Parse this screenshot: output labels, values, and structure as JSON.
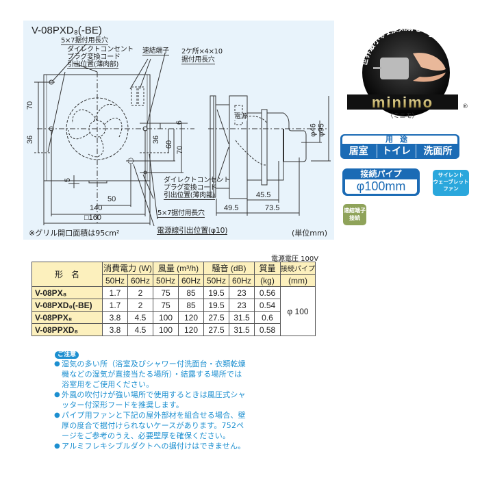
{
  "drawing": {
    "model_title": "V-08PXD₈(-BE)",
    "labels": {
      "mount_hole_5x7_top": "5×7据付用長穴",
      "direct_outlet_top_l1": "ダイレクトコンセント",
      "direct_outlet_top_l2": "プラグ変換コード",
      "direct_outlet_top_l3": "引出位置(薄肉部)",
      "quick_terminal": "速結端子",
      "mount_hole_2x_l1": "2ケ所×4×10",
      "mount_hole_2x_l2": "据付用長穴",
      "power_side": "電源",
      "direct_outlet_bottom_l1": "ダイレクトコンセント",
      "direct_outlet_bottom_l2": "プラグ変換コード",
      "direct_outlet_bottom_l3": "引出位置(薄肉部)",
      "mount_hole_5x7_bottom": "5×7据付用長穴",
      "power_cable_exit": "電源線引出位置(φ10)"
    },
    "dimensions": {
      "left_70": "70",
      "left_36": "36",
      "right_6": "6",
      "right_36": "36",
      "right_60": "60",
      "right_70": "70",
      "bottom_5": "5",
      "bottom_50": "50",
      "bottom_140": "140",
      "bottom_160": "□160",
      "side_46": "φ46",
      "side_95": "φ95",
      "side_45_5": "45.5",
      "side_49_5": "49.5",
      "side_73_5": "73.5"
    },
    "grille_note": "※グリル開口面積は95cm²",
    "unit_note": "(単位mm)"
  },
  "badges": {
    "minimo": {
      "arc_text": "世界最小※1換気扇モーター",
      "logo": "minimo",
      "registered": "®",
      "reading": "〈ミニモ〉"
    },
    "usage": {
      "title": "用途",
      "items": [
        "居室",
        "トイレ",
        "洗面所"
      ]
    },
    "pipe": {
      "title": "接続パイプ",
      "value": "φ100mm"
    },
    "silent": {
      "l1": "サイレント",
      "l2": "ウェーブレット",
      "l3": "ファン"
    },
    "quick": {
      "l1": "速結端子",
      "l2": "接続"
    },
    "colors": {
      "usage_blue": "#1b6bb5",
      "silent_cyan": "#2aa7dc",
      "quick_olive": "#8fa35a",
      "table_header": "#fcf0bd",
      "caution_blue": "#1c8fd0",
      "drawing_bg": "#e8f3fb"
    }
  },
  "spec_table": {
    "voltage_note": "電源電圧 100V",
    "headers": {
      "model": "形　名",
      "power": "消費電力 (W)",
      "airflow": "風量 (m³/h)",
      "noise": "騒音 (dB)",
      "mass": "質量",
      "mass_unit": "(kg)",
      "pipe": "接続パイプ",
      "pipe_unit": "(mm)",
      "hz50": "50Hz",
      "hz60": "60Hz"
    },
    "rows": [
      {
        "model": "V-08PX₈",
        "p50": "1.7",
        "p60": "2",
        "a50": "75",
        "a60": "85",
        "n50": "19.5",
        "n60": "23",
        "mass": "0.56"
      },
      {
        "model": "V-08PXD₈(-BE)",
        "p50": "1.7",
        "p60": "2",
        "a50": "75",
        "a60": "85",
        "n50": "19.5",
        "n60": "23",
        "mass": "0.54"
      },
      {
        "model": "V-08PPX₈",
        "p50": "3.8",
        "p60": "4.5",
        "a50": "100",
        "a60": "120",
        "n50": "27.5",
        "n60": "31.5",
        "mass": "0.6"
      },
      {
        "model": "V-08PPXD₈",
        "p50": "3.8",
        "p60": "4.5",
        "a50": "100",
        "a60": "120",
        "n50": "27.5",
        "n60": "31.5",
        "mass": "0.58"
      }
    ],
    "pipe_value": "φ 100"
  },
  "caution": {
    "tag": "ご注意",
    "items": [
      "湿気の多い所（浴室及びシャワー付洗面台・衣類乾燥機などの湿気が直接当たる場所）・結露する場所では浴室用をご使用ください。",
      "外風の吹付けが強い場所で使用するときは風圧式シャッター付深形フードを推奨します。",
      "パイプ用ファンと下記の屋外部材を組合せる場合、壁厚の度合で据付けられないケースがあります。752ページをご参考のうえ、必要壁厚を確保ください。",
      "アルミフレキシブルダクトへの据付けはできません。"
    ]
  }
}
